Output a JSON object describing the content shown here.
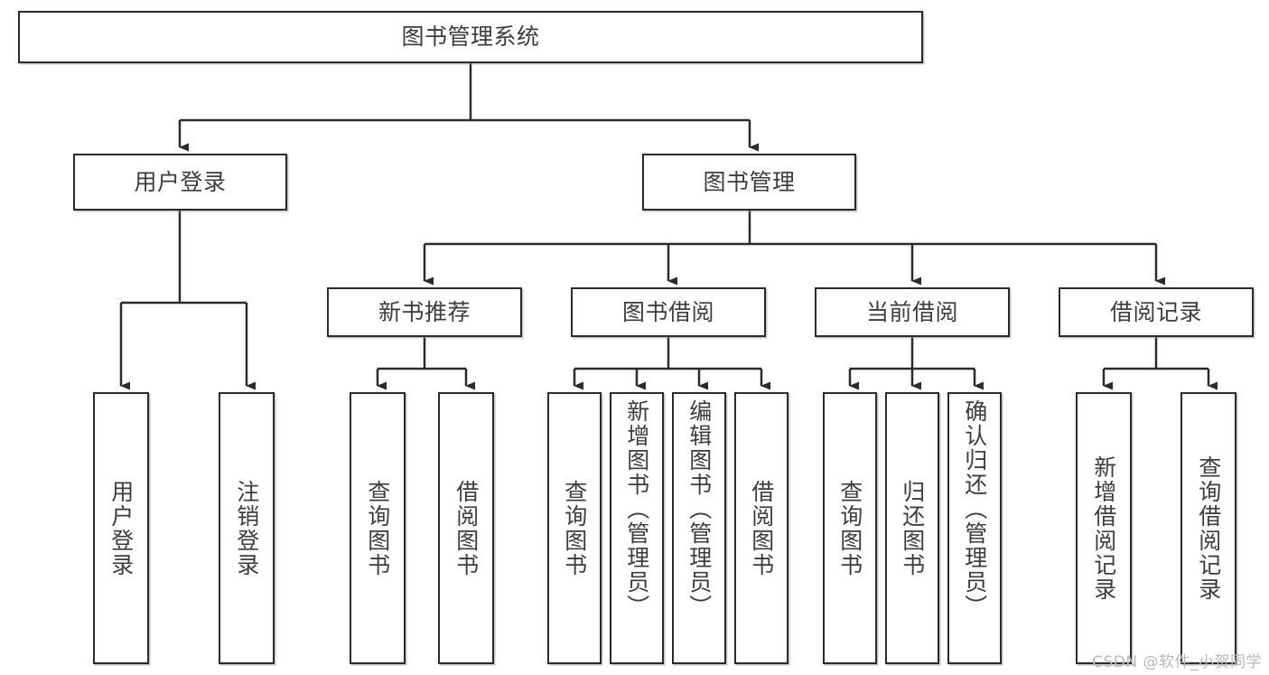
{
  "diagram": {
    "title": "图书管理系统",
    "type": "tree-hierarchy-chart",
    "colors": {
      "box_border": "#2b2b2b",
      "box_fill": "#ffffff",
      "text": "#3d3d3d",
      "edge": "#2b2b2b",
      "watermark": "#b9b9b9",
      "background": "#ffffff"
    }
  },
  "root": {
    "label": "图书管理系统"
  },
  "level1": [
    {
      "label": "用户登录"
    },
    {
      "label": "图书管理"
    }
  ],
  "level2": [
    {
      "label": "新书推荐"
    },
    {
      "label": "图书借阅"
    },
    {
      "label": "当前借阅"
    },
    {
      "label": "借阅记录"
    }
  ],
  "leaves": {
    "user_login": [
      {
        "label": "用户登录"
      },
      {
        "label": "注销登录"
      }
    ],
    "new_book_recommend": [
      {
        "label": "查询图书"
      },
      {
        "label": "借阅图书"
      }
    ],
    "book_borrow": [
      {
        "label": "查询图书"
      },
      {
        "label": "新增图书（管理员）"
      },
      {
        "label": "编辑图书（管理员）"
      },
      {
        "label": "借阅图书"
      }
    ],
    "current_borrow": [
      {
        "label": "查询图书"
      },
      {
        "label": "归还图书"
      },
      {
        "label": "确认归还（管理员）"
      }
    ],
    "borrow_record": [
      {
        "label": "新增借阅记录"
      },
      {
        "label": "查询借阅记录"
      }
    ]
  },
  "watermark": {
    "text": "CSDN @软件_小贺同学"
  }
}
